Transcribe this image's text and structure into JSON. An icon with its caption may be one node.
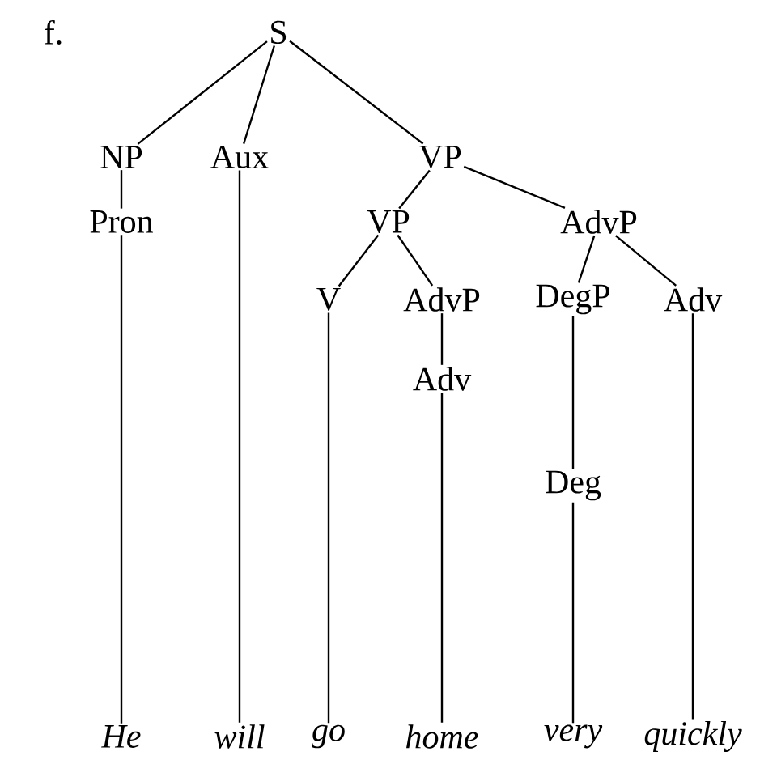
{
  "diagram": {
    "nodes": [
      {
        "text": [
          "S"
        ]
      },
      {
        "text": [
          "NP"
        ]
      },
      {
        "text": [
          "Aux"
        ]
      },
      {
        "text": [
          "VP"
        ]
      },
      {
        "text": [
          "Pron"
        ]
      },
      {
        "text": [
          "VP"
        ]
      },
      {
        "text": [
          "AdvP"
        ]
      },
      {
        "text": [
          "V"
        ]
      },
      {
        "text": [
          "AdvP"
        ]
      },
      {
        "text": [
          "DegP"
        ]
      },
      {
        "text": [
          "Adv"
        ]
      },
      {
        "text": [
          "Adv"
        ]
      },
      {
        "text": [
          "Deg"
        ]
      },
      {
        "text": [
          "He"
        ]
      },
      {
        "text": [
          "will"
        ]
      },
      {
        "text": [
          "go"
        ]
      },
      {
        "text": [
          "home"
        ]
      },
      {
        "text": [
          "very"
        ]
      },
      {
        "text": [
          "quickly"
        ]
      }
    ],
    "edges": [
      {
        "from": 0,
        "to": 1,
        "arrow": "none"
      },
      {
        "from": 0,
        "to": 2,
        "arrow": "none"
      },
      {
        "from": 0,
        "to": 3,
        "arrow": "none"
      },
      {
        "from": 1,
        "to": 4,
        "arrow": "none"
      },
      {
        "from": 2,
        "to": 14,
        "arrow": "none"
      },
      {
        "from": 3,
        "to": 5,
        "arrow": "none"
      },
      {
        "from": 3,
        "to": 6,
        "arrow": "none"
      },
      {
        "from": 4,
        "to": 13,
        "arrow": "none"
      },
      {
        "from": 5,
        "to": 7,
        "arrow": "none"
      },
      {
        "from": 5,
        "to": 8,
        "arrow": "none"
      },
      {
        "from": 6,
        "to": 9,
        "arrow": "none"
      },
      {
        "from": 6,
        "to": 10,
        "arrow": "none"
      },
      {
        "from": 7,
        "to": 15,
        "arrow": "none"
      },
      {
        "from": 8,
        "to": 11,
        "arrow": "none"
      },
      {
        "from": 11,
        "to": 16,
        "arrow": "none"
      },
      {
        "from": 9,
        "to": 12,
        "arrow": "none"
      },
      {
        "from": 12,
        "to": 17,
        "arrow": "none"
      },
      {
        "from": 10,
        "to": 18,
        "arrow": "none"
      }
    ],
    "labels": [
      "f."
    ]
  }
}
